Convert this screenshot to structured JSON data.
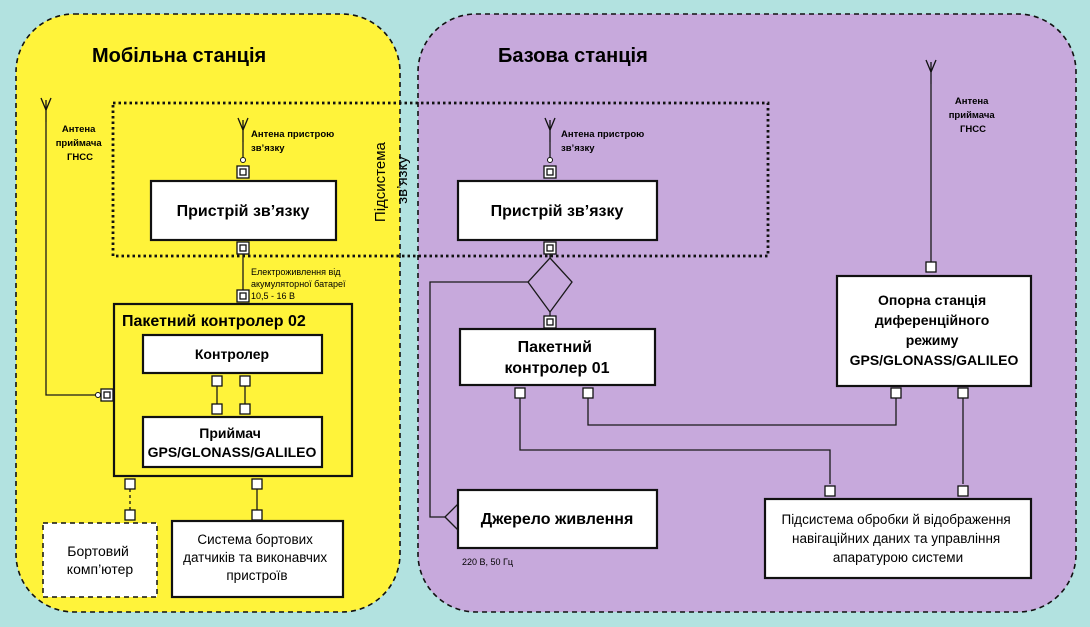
{
  "colors": {
    "background": "#b2e2e0",
    "mobile_station": "#fff33a",
    "base_station": "#c7a9dc",
    "block_fill": "#ffffff",
    "stroke": "#111111"
  },
  "mobile_station": {
    "title": "Мобільна станція",
    "gnss_antenna_label": [
      "Антена",
      "приймача",
      "ГНСС"
    ],
    "comm_antenna_label": [
      "Антена пристрою",
      "зв’язку"
    ],
    "comm_device": "Пристрій зв’язку",
    "power_note": [
      "Електроживлення від",
      "акумуляторної батареї",
      "10,5 - 16 В"
    ],
    "packet_controller": "Пакетний контролер 02",
    "controller": "Контролер",
    "receiver": [
      "Приймач",
      "GPS/GLONASS/GALILEO"
    ],
    "onboard_computer": [
      "Бортовий",
      "комп’ютер"
    ],
    "sensor_system": [
      "Система бортових",
      "датчиків та виконавчих",
      "пристроїв"
    ]
  },
  "comm_subsystem_label": [
    "Підсистема",
    "зв’язку"
  ],
  "base_station": {
    "title": "Базова станція",
    "comm_antenna_label": [
      "Антена пристрою",
      "зв’язку"
    ],
    "gnss_antenna_label": [
      "Антена",
      "приймача",
      "ГНСС"
    ],
    "comm_device": "Пристрій зв’язку",
    "packet_controller": [
      "Пакетний",
      "контролер 01"
    ],
    "reference_station": [
      "Опорна станція",
      "диференційного",
      "режиму",
      "GPS/GLONASS/GALILEO"
    ],
    "power_supply": "Джерело живлення",
    "power_note": "220 В, 50 Гц",
    "processing_subsystem": [
      "Підсистема обробки й відображення",
      "навігаційних даних та управління",
      "апаратурою системи"
    ]
  }
}
